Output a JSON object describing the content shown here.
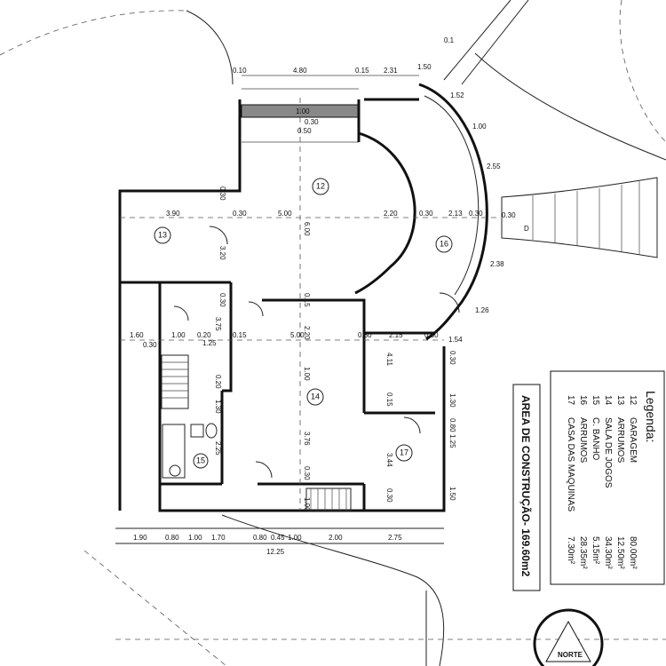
{
  "legend": {
    "title": "Legenda:",
    "items": [
      {
        "num": "12",
        "name": "GARAGEM",
        "area": "80.00m²"
      },
      {
        "num": "13",
        "name": "ARRUMOS",
        "area": "12.50m²"
      },
      {
        "num": "14",
        "name": "SALA DE JOGOS",
        "area": "34.30m²"
      },
      {
        "num": "15",
        "name": "C. BANHO",
        "area": "5.15m²"
      },
      {
        "num": "16",
        "name": "ARRUMOS",
        "area": "28.35m²"
      },
      {
        "num": "17",
        "name": "CASA DAS MAQUINAS",
        "area": "7.30m²"
      }
    ]
  },
  "construction_area": "AREA DE CONSTRUÇÃO- 169.60m2",
  "north_label": "NORTE",
  "rooms": [
    "12",
    "13",
    "14",
    "15",
    "16",
    "17"
  ],
  "door_label": "D",
  "dimensions": {
    "top": [
      "0.10",
      "4.80",
      "0.15",
      "2.31",
      "1.50"
    ],
    "top_right": [
      "0.1",
      "1.52",
      "1.00",
      "2.55",
      "2.38",
      "1.26",
      "1.54",
      "0.30"
    ],
    "garage_row": [
      "3.90",
      "0.30",
      "5.00",
      "2.20",
      "0.30",
      "2.13",
      "0.30"
    ],
    "garage_vertical": [
      "0.30",
      "6.00",
      "3.20",
      "0.30",
      "0.15"
    ],
    "beam": [
      "1.00",
      "0.50",
      "0.30"
    ],
    "middle_row": [
      "1.60",
      "0.30",
      "1.00",
      "0.20",
      "1.25",
      "0.15",
      "5.00",
      "0.30",
      "2.15",
      "0.30"
    ],
    "stair_col": [
      "3.75",
      "0.20",
      "1.30",
      "2.25"
    ],
    "games_vertical": [
      "2.20",
      "1.00",
      "3.76",
      "0.30",
      "1.00"
    ],
    "machine_col": [
      "4.11",
      "0.15",
      "3.44",
      "0.30",
      "0.30",
      "1.30",
      "0.80",
      "1.25",
      "1.50"
    ],
    "bottom_row": [
      "1.90",
      "0.80",
      "1.00",
      "1.70",
      "0.80",
      "0.45",
      "1.00",
      "2.00",
      "2.75"
    ],
    "total": "12.25"
  }
}
